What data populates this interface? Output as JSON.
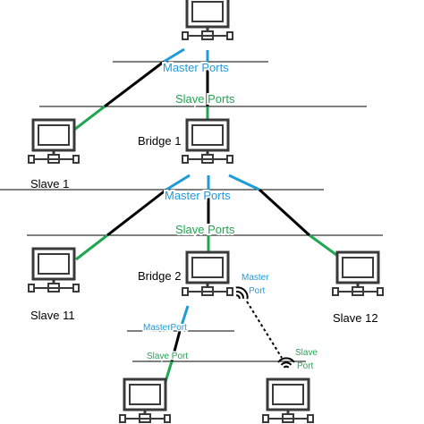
{
  "colors": {
    "master": "#1f9bd9",
    "slave": "#1fa650",
    "link": "#000000",
    "device": "#3a3a3a",
    "text": "#000000"
  },
  "labels": {
    "root_master_ports": "Master  Ports",
    "root_slave_ports": "Slave  Ports",
    "bridge1": "Bridge 1",
    "bridge1_master_ports": "Master  Ports",
    "bridge1_slave_ports": "Slave  Ports",
    "slave1": "Slave 1",
    "slave11": "Slave 11",
    "bridge2": "Bridge 2",
    "slave12": "Slave 12",
    "bridge2_master_port": "MasterPort",
    "bridge2_slave_port": "Slave Port",
    "wireless_master_line1": "Master",
    "wireless_master_line2": "Port",
    "wireless_slave_line1": "Slave",
    "wireless_slave_line2": "Port"
  },
  "icons": {
    "computer": "computer-icon",
    "wireless": "wifi-icon"
  }
}
